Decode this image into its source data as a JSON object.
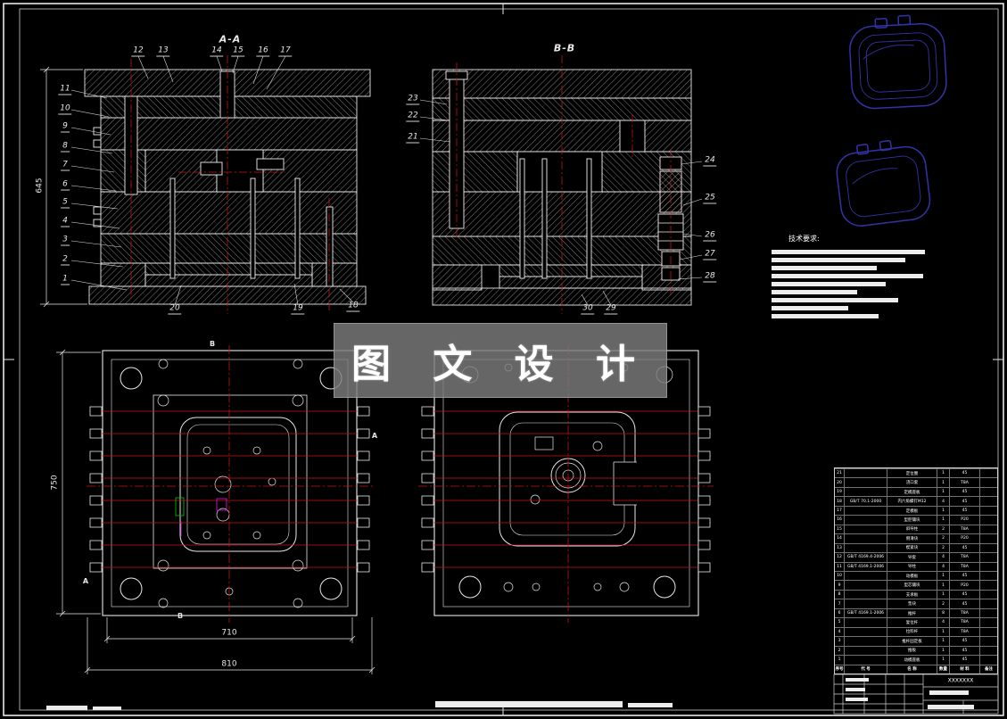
{
  "colors": {
    "background": "#000000",
    "line": "#ffffff",
    "centerline_red": "#c41414",
    "hatch_gray": "#b9b9b9",
    "part_outline_navy": "#3333a8",
    "accent_green": "#00b400",
    "accent_magenta": "#c814c8"
  },
  "watermark": {
    "text": "图 文 设 计"
  },
  "views": {
    "section_a_label": "A-A",
    "section_b_label": "B-B"
  },
  "dimensions": {
    "section_height": "645",
    "plan_height": "750",
    "inner_width": "710",
    "outer_width": "810"
  },
  "callouts": {
    "items": [
      "1",
      "2",
      "3",
      "4",
      "5",
      "6",
      "7",
      "8",
      "9",
      "10",
      "11",
      "12",
      "13",
      "14",
      "15",
      "16",
      "17",
      "18",
      "19",
      "20",
      "21",
      "22",
      "23",
      "24",
      "25",
      "26",
      "27",
      "28",
      "29",
      "30"
    ]
  },
  "cut_labels": {
    "items": [
      "B",
      "B",
      "A",
      "A"
    ]
  },
  "tech_requirements": {
    "title": "技术要求:"
  },
  "bom": {
    "headers": [
      "序号",
      "代 号",
      "名 称",
      "数量",
      "材 料",
      "备注"
    ],
    "rows": [
      [
        "21",
        "",
        "定位圈",
        "1",
        "45",
        ""
      ],
      [
        "20",
        "",
        "浇口套",
        "1",
        "T8A",
        ""
      ],
      [
        "19",
        "",
        "定模座板",
        "1",
        "45",
        ""
      ],
      [
        "18",
        "GB/T 70.1-2000",
        "内六角螺钉M12",
        "4",
        "45",
        ""
      ],
      [
        "17",
        "",
        "定模板",
        "1",
        "45",
        ""
      ],
      [
        "16",
        "",
        "型腔镶块",
        "1",
        "P20",
        ""
      ],
      [
        "15",
        "",
        "斜导柱",
        "2",
        "T8A",
        ""
      ],
      [
        "14",
        "",
        "侧滑块",
        "2",
        "P20",
        ""
      ],
      [
        "13",
        "",
        "楔紧块",
        "2",
        "45",
        ""
      ],
      [
        "12",
        "GB/T 4169.4-2006",
        "导套",
        "4",
        "T8A",
        ""
      ],
      [
        "11",
        "GB/T 4169.1-2006",
        "导柱",
        "4",
        "T8A",
        ""
      ],
      [
        "10",
        "",
        "动模板",
        "1",
        "45",
        ""
      ],
      [
        "9",
        "",
        "型芯镶块",
        "1",
        "P20",
        ""
      ],
      [
        "8",
        "",
        "支承板",
        "1",
        "45",
        ""
      ],
      [
        "7",
        "",
        "垫块",
        "2",
        "45",
        ""
      ],
      [
        "6",
        "GB/T 4169.1-2006",
        "推杆",
        "8",
        "T8A",
        ""
      ],
      [
        "5",
        "",
        "复位杆",
        "4",
        "T8A",
        ""
      ],
      [
        "4",
        "",
        "拉料杆",
        "1",
        "T8A",
        ""
      ],
      [
        "3",
        "",
        "推杆固定板",
        "1",
        "45",
        ""
      ],
      [
        "2",
        "",
        "推板",
        "1",
        "45",
        ""
      ],
      [
        "1",
        "",
        "动模座板",
        "1",
        "45",
        ""
      ]
    ]
  },
  "title_block": {
    "drawing_no": "XXXXXXX"
  }
}
